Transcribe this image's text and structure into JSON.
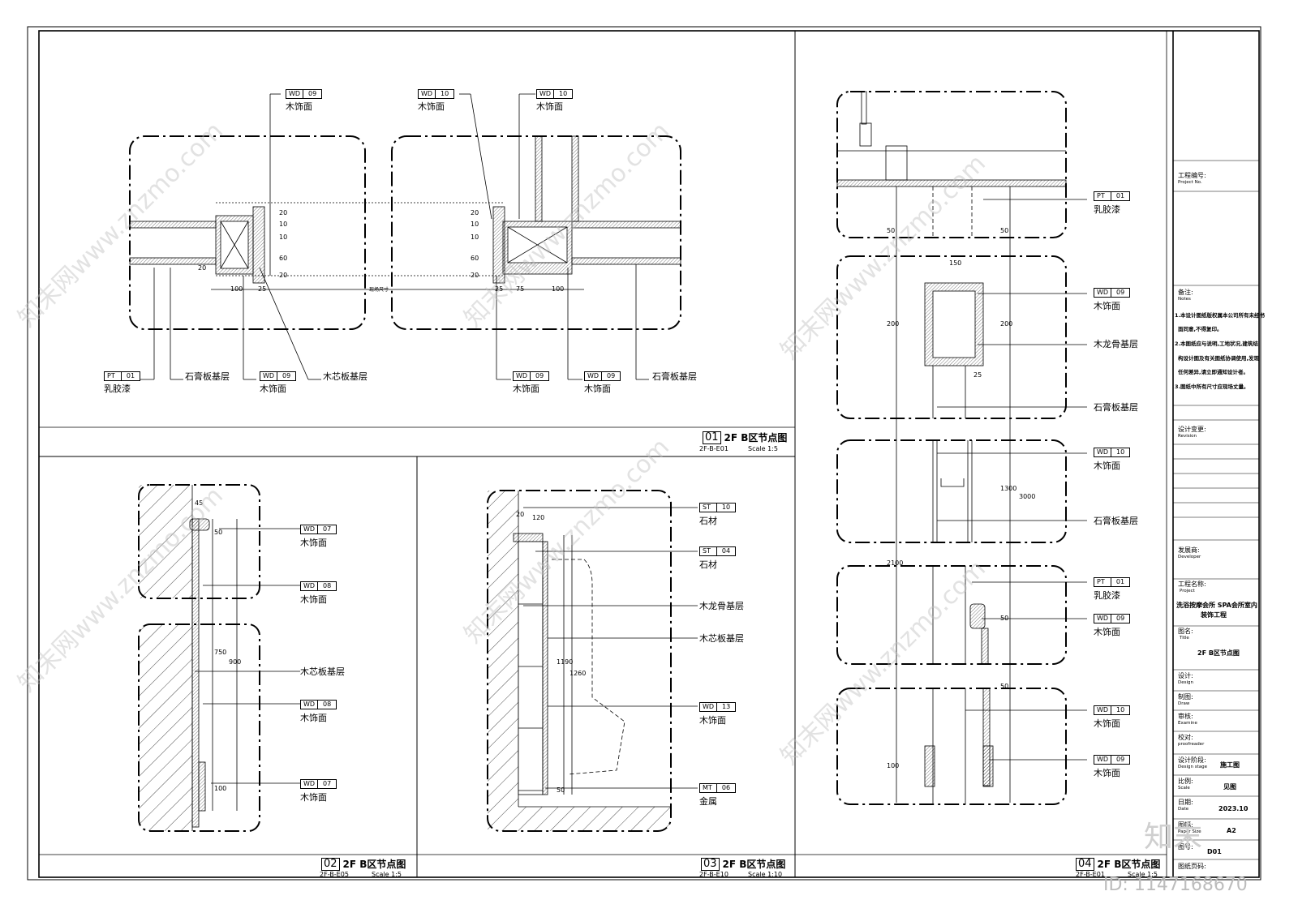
{
  "panel01": {
    "tags": [
      {
        "code": "WD",
        "num": "09",
        "label": "木饰面"
      },
      {
        "code": "WD",
        "num": "10",
        "label": "木饰面"
      },
      {
        "code": "WD",
        "num": "10",
        "label": "木饰面"
      },
      {
        "code": "PT",
        "num": "01",
        "label": "乳胶漆"
      },
      {
        "code": "WD",
        "num": "09",
        "label": "木饰面"
      },
      {
        "code": "WD",
        "num": "09",
        "label": "木饰面"
      },
      {
        "code": "WD",
        "num": "09",
        "label": "木饰面"
      }
    ],
    "labels": {
      "gypsum1": "石膏板基层",
      "core": "木芯板基层",
      "gypsum2": "石膏板基层"
    },
    "dims": {
      "d100a": "100",
      "d25a": "25",
      "field": "现场尺寸",
      "d25b": "25",
      "d75": "75",
      "d100b": "100",
      "v20a": "20",
      "v10a": "10",
      "v10b": "10",
      "v60a": "60",
      "v20b": "20",
      "v20c": "20",
      "v10c": "10",
      "v10d": "10",
      "v60b": "60",
      "v20d": "20",
      "v20e": "20"
    },
    "title": {
      "num": "01",
      "name": "2F B区节点图",
      "ref": "2F-B-E01",
      "scale": "Scale 1:5"
    }
  },
  "panel02": {
    "tags": [
      {
        "code": "WD",
        "num": "07",
        "label": "木饰面"
      },
      {
        "code": "WD",
        "num": "08",
        "label": "木饰面"
      },
      {
        "code": "WD",
        "num": "08",
        "label": "木饰面"
      },
      {
        "code": "WD",
        "num": "07",
        "label": "木饰面"
      }
    ],
    "labels": {
      "core": "木芯板基层"
    },
    "dims": {
      "d45": "45",
      "d50": "50",
      "d750": "750",
      "d900": "900",
      "d100": "100"
    },
    "title": {
      "num": "02",
      "name": "2F B区节点图",
      "ref": "2F-B-E05",
      "scale": "Scale 1:5"
    }
  },
  "panel03": {
    "tags": [
      {
        "code": "ST",
        "num": "10",
        "label": "石材"
      },
      {
        "code": "ST",
        "num": "04",
        "label": "石材"
      },
      {
        "code": "WD",
        "num": "13",
        "label": "木饰面"
      },
      {
        "code": "MT",
        "num": "06",
        "label": "金属"
      }
    ],
    "labels": {
      "keel": "木龙骨基层",
      "core": "木芯板基层"
    },
    "dims": {
      "d20": "20",
      "d120": "120",
      "d1190": "1190",
      "d1260": "1260",
      "d50": "50"
    },
    "title": {
      "num": "03",
      "name": "2F B区节点图",
      "ref": "2F-B-E10",
      "scale": "Scale 1:10"
    }
  },
  "panel04": {
    "tags": [
      {
        "code": "PT",
        "num": "01",
        "label": "乳胶漆"
      },
      {
        "code": "WD",
        "num": "09",
        "label": "木饰面"
      },
      {
        "code": "WD",
        "num": "10",
        "label": "木饰面"
      },
      {
        "code": "PT",
        "num": "01",
        "label": "乳胶漆"
      },
      {
        "code": "WD",
        "num": "09",
        "label": "木饰面"
      },
      {
        "code": "WD",
        "num": "10",
        "label": "木饰面"
      },
      {
        "code": "WD",
        "num": "09",
        "label": "木饰面"
      }
    ],
    "labels": {
      "keel": "木龙骨基层",
      "gypsum1": "石膏板基层",
      "gypsum2": "石膏板基层"
    },
    "dims": {
      "d150": "150",
      "d25": "25",
      "d200a": "200",
      "d200b": "200",
      "d50a": "50",
      "d50b": "50",
      "d1300": "1300",
      "d3000": "3000",
      "d2100": "2100",
      "d50c": "50",
      "d100": "100",
      "d50d": "50"
    },
    "title": {
      "num": "04",
      "name": "2F B区节点图",
      "ref": "2F-B-E01",
      "scale": "Scale 1:5"
    }
  },
  "titleblock": {
    "project_no_cn": "工程编号:",
    "project_no_en": "Project No.",
    "notes_cn": "备注:",
    "notes_en": "Notes",
    "notes": [
      "1.本设计图纸版权属本公司所有未经书",
      "面同意,不得复印。",
      "2.本图纸应与说明,工地状况,建筑结",
      "构设计图及有关图纸协调使用,发现",
      "任何差异,请立即通知设计者。",
      "3.图纸中所有尺寸应现场丈量。"
    ],
    "revision_cn": "设计变更:",
    "revision_en": "Revision",
    "developer_cn": "发展商:",
    "developer_en": "Developer",
    "project_cn": "工程名称:",
    "project_en": "Project",
    "project_name_1": "洗浴按摩会所 SPA会所室内",
    "project_name_2": "装饰工程",
    "title_cn": "图名:",
    "title_en": "Title",
    "title_value": "2F B区节点图",
    "design_cn": "设计:",
    "design_en": "Design",
    "draw_cn": "制图:",
    "draw_en": "Draw",
    "examine_cn": "审核:",
    "examine_en": "Examine",
    "proof_cn": "校对:",
    "proof_en": "proofreader",
    "stage_cn": "设计阶段:",
    "stage_en": "Design stage",
    "stage_value": "施工图",
    "scale_cn": "比例:",
    "scale_en": "Scale",
    "scale_value": "见图",
    "date_cn": "日期:",
    "date_en": "Date",
    "date_value": "2023.10",
    "size_cn": "图幅:",
    "size_en": "Paper Size",
    "size_value": "A2",
    "drawno_cn": "图号:",
    "drawno_value": "D01",
    "page_cn": "图纸页码:"
  },
  "watermark": {
    "text": "知末网www.znzmo.com",
    "logo": "知末",
    "id": "ID: 1147168670"
  }
}
